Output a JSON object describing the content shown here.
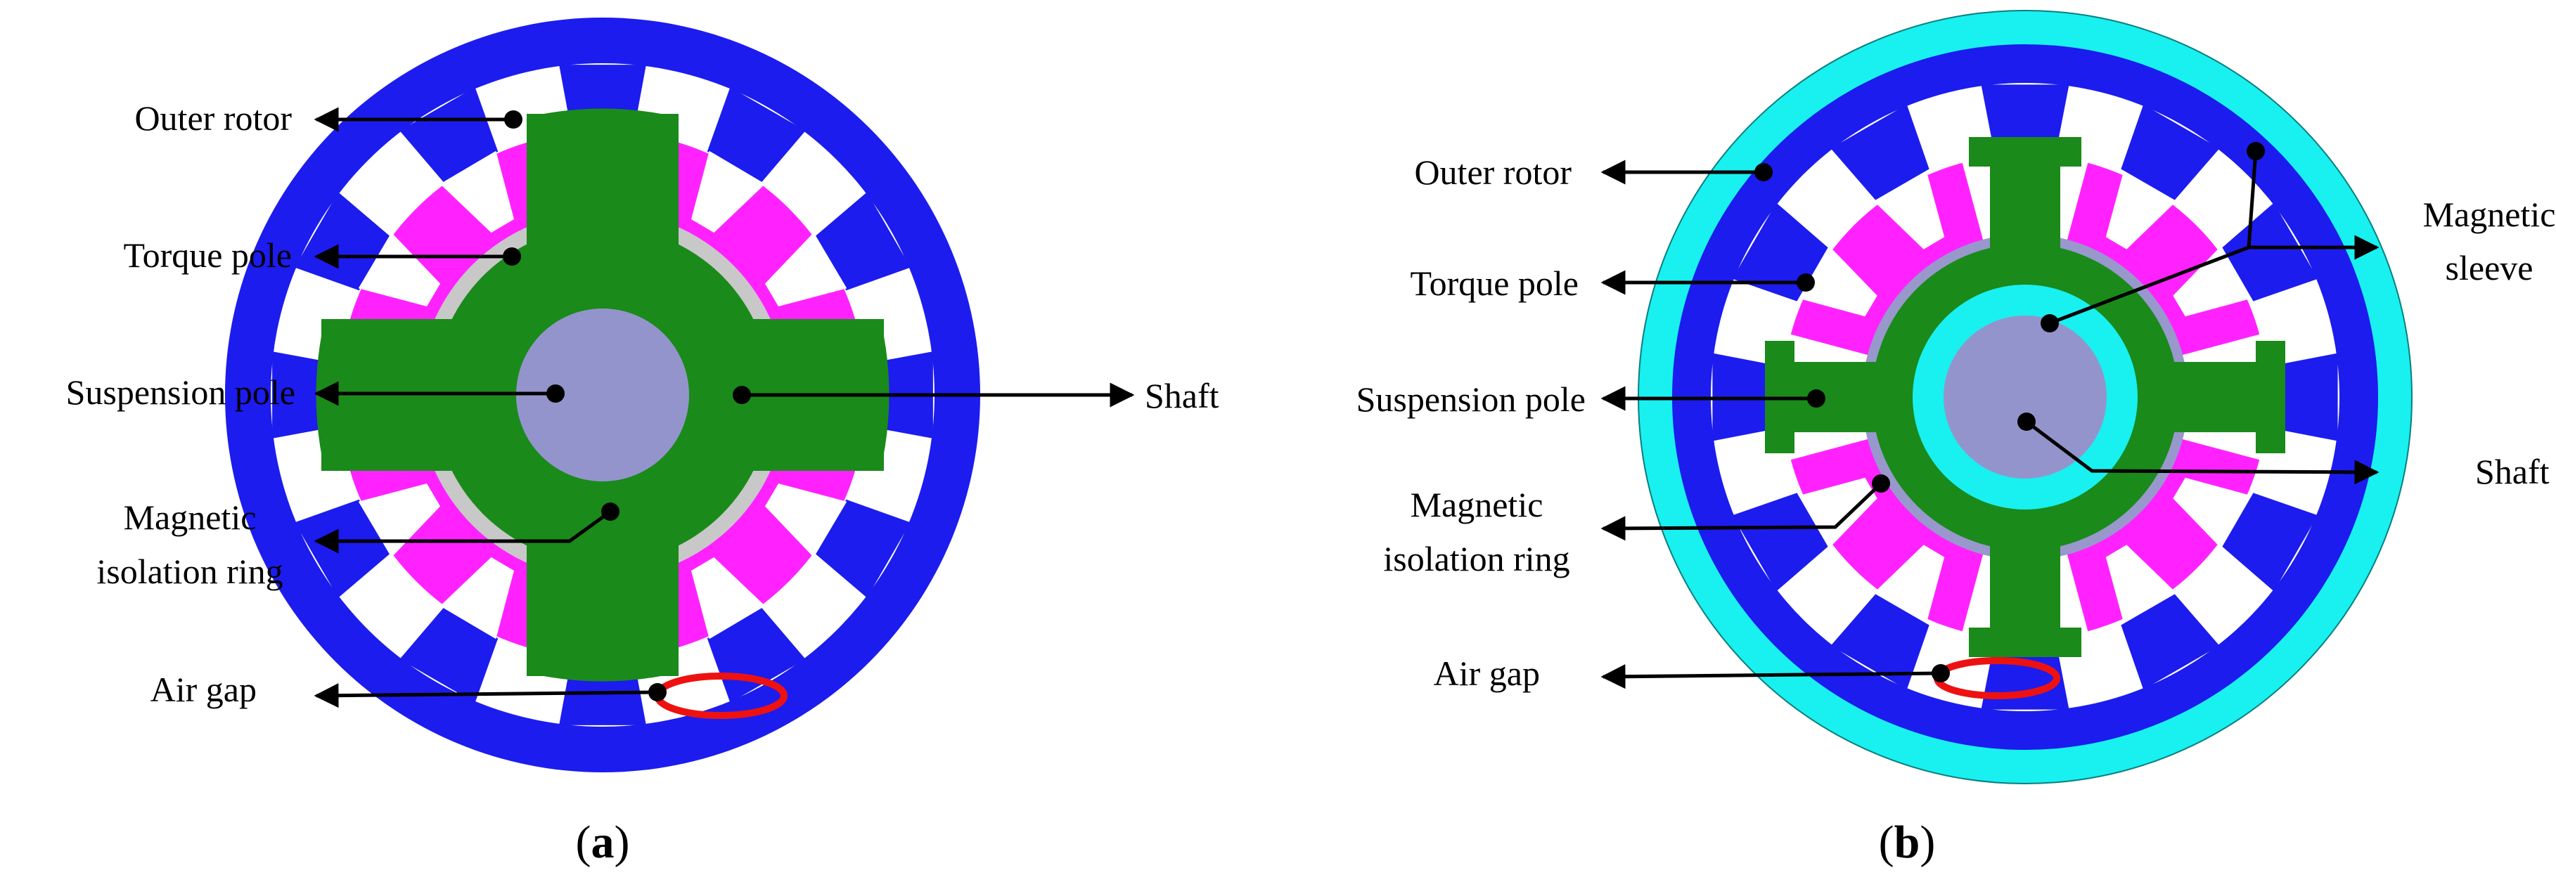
{
  "colors": {
    "outer_rotor": "#1c1cee",
    "magnetic_sleeve": "#19f0f0",
    "torque_pole": "#ff22ff",
    "suspension_pole": "#1a8a1a",
    "isolation_ring": "#c8c8c8",
    "isolation_ring_b": "#9898cc",
    "shaft": "#9494cc",
    "air_gap_marker": "#ee1111",
    "arrow": "#000000"
  },
  "panel_a": {
    "caption_open": "(",
    "caption_letter": "a",
    "caption_close": ")",
    "labels": {
      "outer_rotor": "Outer rotor",
      "torque_pole": "Torque pole",
      "suspension_pole": "Suspension pole",
      "isolation_ring_line1": "Magnetic",
      "isolation_ring_line2": "isolation ring",
      "air_gap": "Air gap",
      "shaft": "Shaft"
    }
  },
  "panel_b": {
    "caption_open": "(",
    "caption_letter": "b",
    "caption_close": ")",
    "labels": {
      "outer_rotor": "Outer rotor",
      "torque_pole": "Torque pole",
      "suspension_pole": "Suspension pole",
      "isolation_ring_line1": "Magnetic",
      "isolation_ring_line2": "isolation ring",
      "air_gap": "Air gap",
      "shaft": "Shaft",
      "sleeve_line1": "Magnetic",
      "sleeve_line2": "sleeve"
    }
  }
}
